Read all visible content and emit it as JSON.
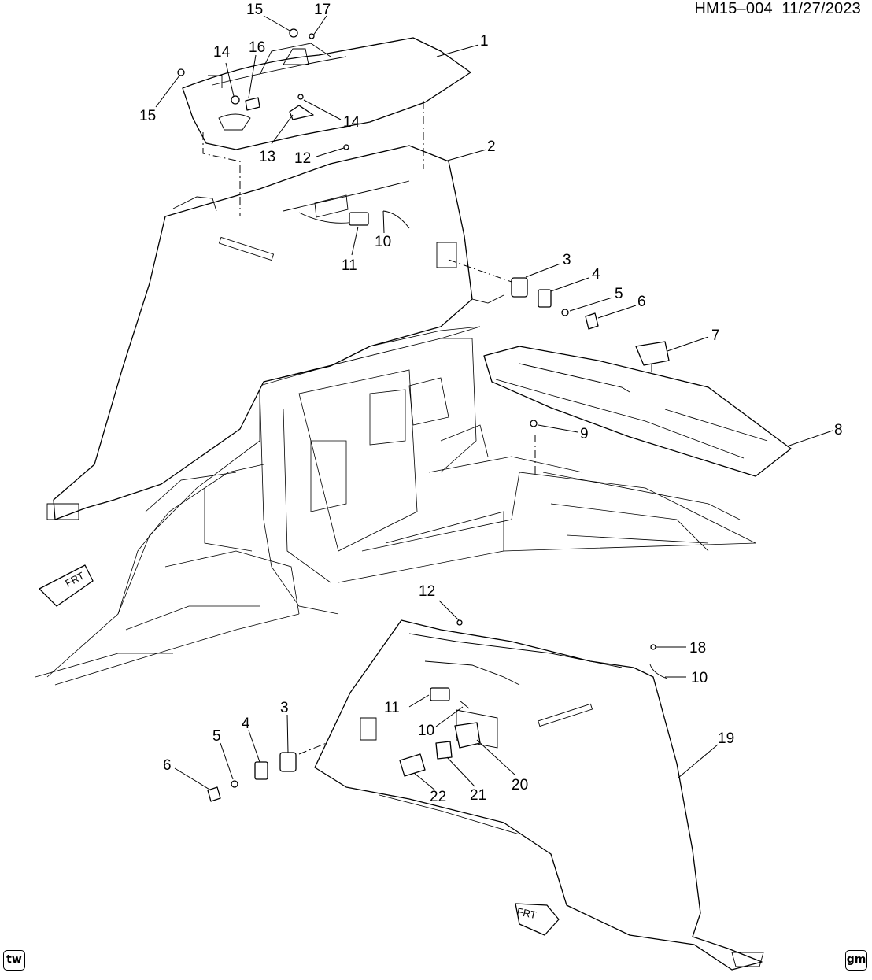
{
  "header": {
    "code": "HM15–004",
    "date": "11/27/2023"
  },
  "corner_logos": {
    "left": "tw",
    "right": "gm"
  },
  "direction_arrows": [
    "FRT",
    "FRT"
  ],
  "callouts": [
    "1",
    "2",
    "3",
    "4",
    "5",
    "6",
    "7",
    "8",
    "9",
    "10",
    "11",
    "12",
    "13",
    "14",
    "14",
    "15",
    "15",
    "16",
    "17",
    "3",
    "4",
    "5",
    "6",
    "10",
    "10",
    "11",
    "12",
    "18",
    "19",
    "20",
    "21",
    "22"
  ]
}
